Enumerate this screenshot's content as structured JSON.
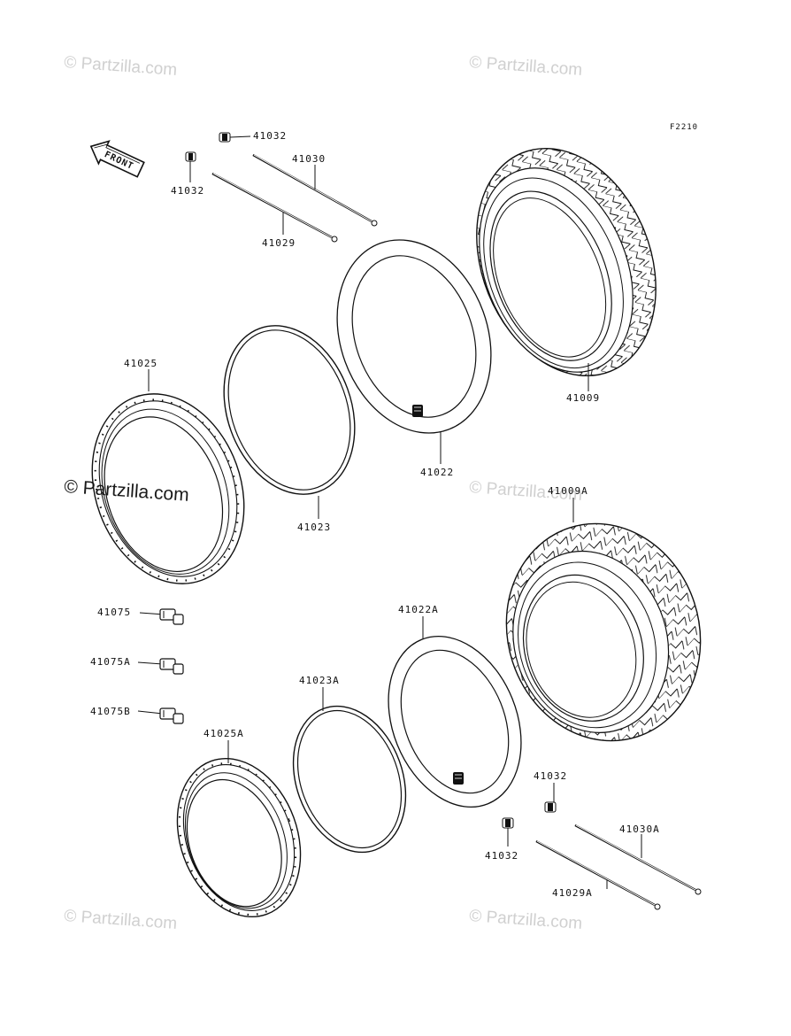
{
  "figure_code": "F2210",
  "front_label": "FRONT",
  "watermark_text": "© Partzilla.com",
  "watermark_dark_text": "© Partzilla.com",
  "labels": {
    "p41032_top": "41032",
    "p41032_left": "41032",
    "p41030": "41030",
    "p41029": "41029",
    "p41009": "41009",
    "p41025": "41025",
    "p41022": "41022",
    "p41023": "41023",
    "p41009A": "41009A",
    "p41075": "41075",
    "p41075A": "41075A",
    "p41075B": "41075B",
    "p41022A": "41022A",
    "p41023A": "41023A",
    "p41025A": "41025A",
    "p41032_br1": "41032",
    "p41032_br2": "41032",
    "p41030A": "41030A",
    "p41029A": "41029A"
  },
  "colors": {
    "line": "#111111",
    "watermark": "#d0d0d0",
    "background": "#ffffff"
  }
}
